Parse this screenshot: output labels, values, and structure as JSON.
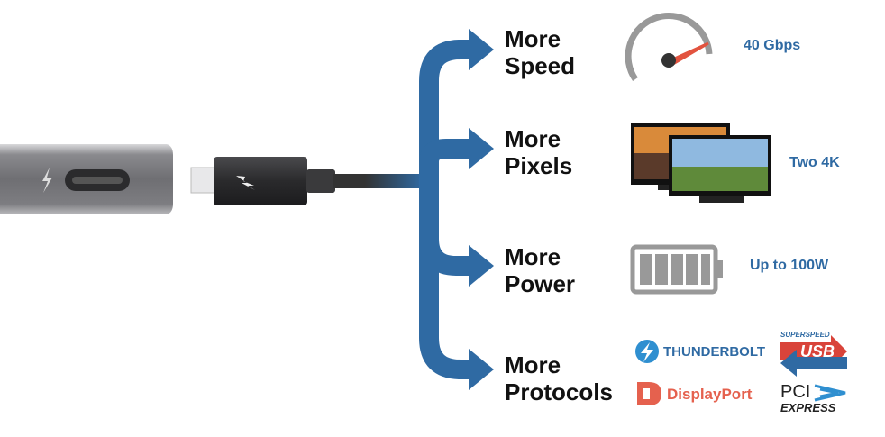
{
  "features": [
    {
      "line1": "More",
      "line2": "Speed",
      "value": "40 Gbps",
      "icon": "speedometer-icon"
    },
    {
      "line1": "More",
      "line2": "Pixels",
      "value": "Two 4K",
      "icon": "monitors-icon"
    },
    {
      "line1": "More",
      "line2": "Power",
      "value": "Up to 100W",
      "icon": "battery-icon"
    },
    {
      "line1": "More",
      "line2": "Protocols",
      "icon": "protocol-logos"
    }
  ],
  "logos": {
    "thunderbolt": "THUNDERBOLT",
    "usb_top": "SUPERSPEED",
    "usb_main": "USB",
    "displayport": "DisplayPort",
    "pci_top": "PCI",
    "pci_bottom": "EXPRESS"
  },
  "colors": {
    "accent": "#2f6aa3",
    "displayport": "#e5614e",
    "usb_red": "#d9443a"
  }
}
